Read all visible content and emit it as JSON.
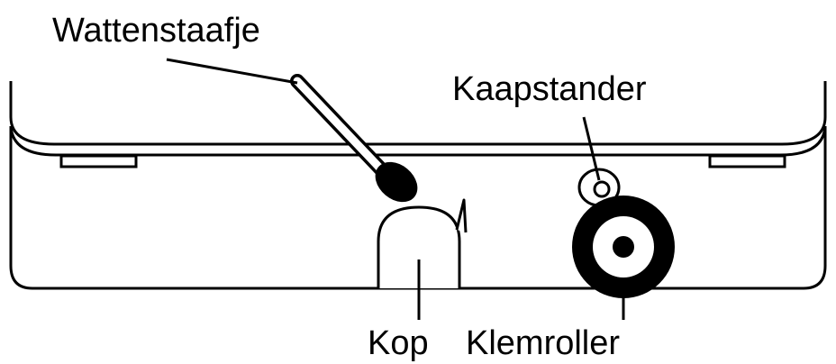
{
  "labels": {
    "cotton_swab": "Wattenstaafje",
    "capstan": "Kaapstander",
    "head": "Kop",
    "pinch_roller": "Klemroller"
  },
  "colors": {
    "stroke": "#000000",
    "background": "#ffffff"
  }
}
